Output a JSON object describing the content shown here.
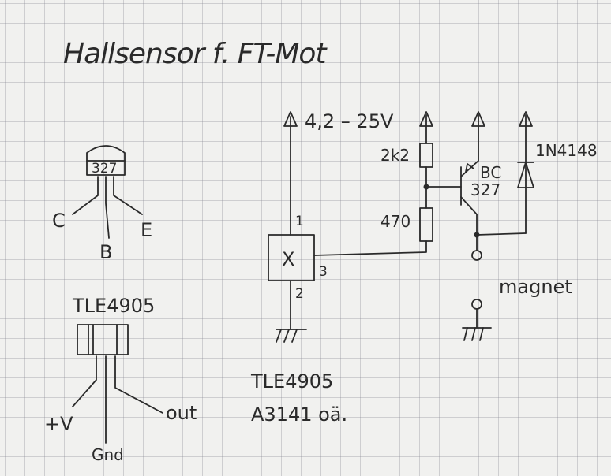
{
  "title": "Hallsensor f. FT-Mot",
  "transistor_sketch": {
    "marking": "327",
    "pin_c": "C",
    "pin_b": "B",
    "pin_e": "E"
  },
  "sensor_sketch": {
    "part": "TLE4905",
    "pin_plus": "+V",
    "pin_gnd": "Gnd",
    "pin_out": "out"
  },
  "circuit": {
    "supply_label": "4,2 – 25V",
    "sensor_pin_1": "1",
    "sensor_pin_2": "2",
    "sensor_pin_3": "3",
    "sensor_symbol": "X",
    "r1_label": "2k2",
    "r2_label": "470",
    "transistor_label_1": "BC",
    "transistor_label_2": "327",
    "diode_label": "1N4148",
    "magnet_label": "magnet"
  },
  "parts_note": {
    "line1": "TLE4905",
    "line2": "A3141 oä."
  }
}
